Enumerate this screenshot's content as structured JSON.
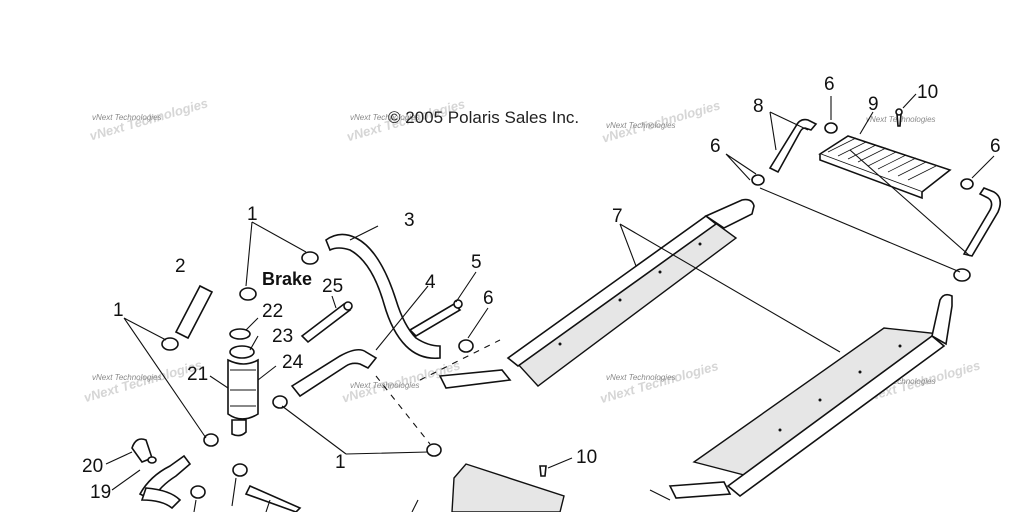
{
  "copyright": "© 2005 Polaris Sales Inc.",
  "watermark": "vNext Technologies",
  "brake_label": "Brake",
  "callouts": {
    "c1a": "1",
    "c1b": "1",
    "c1c": "1",
    "c2": "2",
    "c3": "3",
    "c4": "4",
    "c5": "5",
    "c6a": "6",
    "c6b": "6",
    "c6c": "6",
    "c6d": "6",
    "c7": "7",
    "c8": "8",
    "c9": "9",
    "c10a": "10",
    "c10b": "10",
    "c19": "19",
    "c20": "20",
    "c21": "21",
    "c22": "22",
    "c23": "23",
    "c24": "24",
    "c25": "25"
  },
  "colors": {
    "line": "#111111",
    "watermark": "#8a8a8a",
    "fill_grey": "#e6e6e6"
  }
}
